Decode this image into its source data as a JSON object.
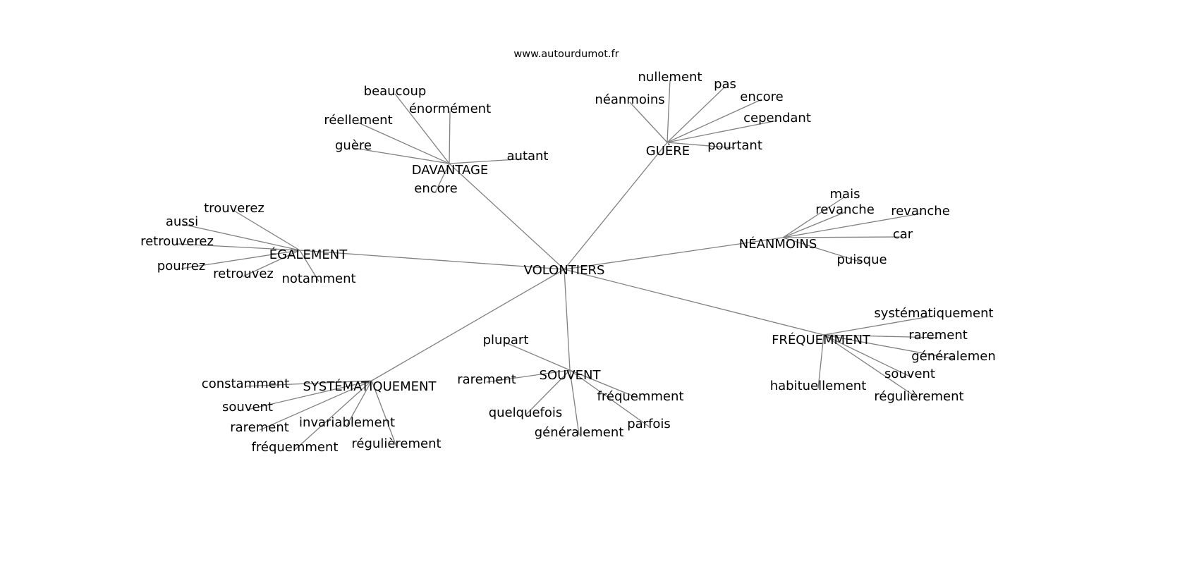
{
  "title": "www.autourdumot.fr",
  "root": "VOLONTIERS",
  "groups": [
    {
      "label": "DAVANTAGE",
      "children": [
        "beaucoup",
        "énormément",
        "réellement",
        "guère",
        "autant",
        "encore"
      ]
    },
    {
      "label": "GUÈRE",
      "children": [
        "nullement",
        "pas",
        "néanmoins",
        "encore",
        "cependant",
        "pourtant"
      ]
    },
    {
      "label": "ÉGALEMENT",
      "children": [
        "trouverez",
        "aussi",
        "retrouverez",
        "pourrez",
        "retrouvez",
        "notamment"
      ]
    },
    {
      "label": "NÉANMOINS",
      "children": [
        "mais",
        "revanche",
        "revanche",
        "car",
        "puisque"
      ]
    },
    {
      "label": "FRÉQUEMMENT",
      "children": [
        "systématiquement",
        "rarement",
        "généralemen",
        "souvent",
        "habituellement",
        "régulièrement"
      ]
    },
    {
      "label": "SOUVENT",
      "children": [
        "plupart",
        "rarement",
        "quelquefois",
        "généralement",
        "fréquemment",
        "parfois"
      ]
    },
    {
      "label": "SYSTÉMATIQUEMENT",
      "children": [
        "constamment",
        "souvent",
        "rarement",
        "invariablement",
        "fréquemment",
        "régulièrement"
      ]
    }
  ],
  "colors": {
    "edge": "#808080",
    "text": "#000000"
  }
}
